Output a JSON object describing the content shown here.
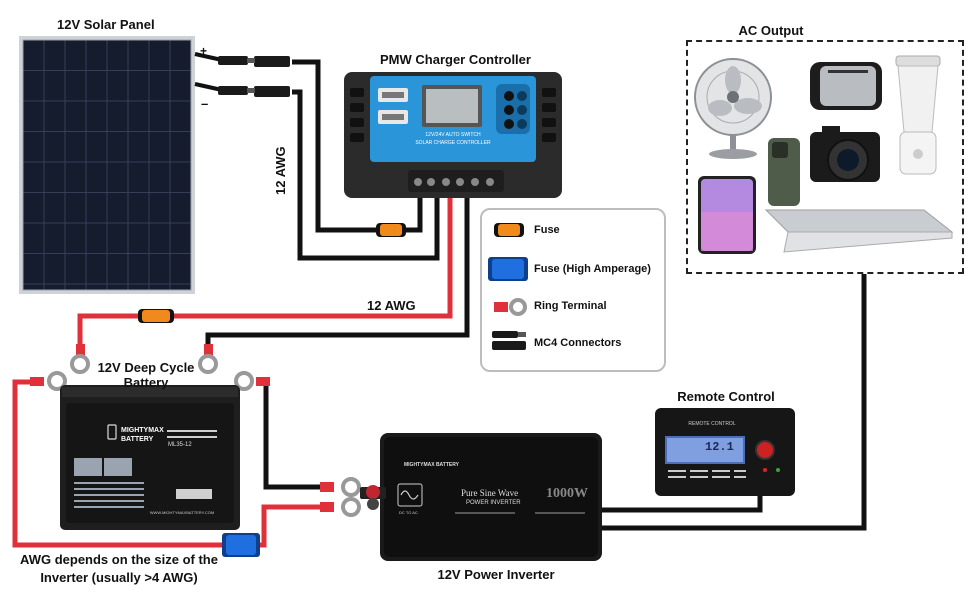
{
  "labels": {
    "solar_panel": "12V Solar Panel",
    "charger": "PMW Charger Controller",
    "ac_output": "AC Output",
    "awg_vertical": "12 AWG",
    "awg_horizontal": "12 AWG",
    "battery_line1": "12V Deep Cycle",
    "battery_line2": "Battery",
    "remote_control": "Remote Control",
    "inverter": "12V Power Inverter",
    "awg_note_line1": "AWG depends on the size of the",
    "awg_note_line2": "Inverter (usually >4 AWG)",
    "plus": "+",
    "minus": "–"
  },
  "legend": {
    "fuse": "Fuse",
    "fuse_high": "Fuse (High Amperage)",
    "ring": "Ring Terminal",
    "mc4": "MC4 Connectors"
  },
  "charger_device": {
    "line1": "12V/24V AUTO SWITCH",
    "line2": "SOLAR CHARGE CONTROLLER"
  },
  "battery_device": {
    "brand1": "MIGHTYMAX",
    "brand2": "BATTERY",
    "model": "ML35-12",
    "footer": "WWW.MIGHTYMAXBATTERY.COM"
  },
  "inverter_device": {
    "brand": "MIGHTYMAX BATTERY",
    "wave1": "Pure Sine Wave",
    "wave2": "POWER INVERTER",
    "watts": "1000W",
    "dc_ac": "DC TO AC"
  },
  "remote_device": {
    "title": "REMOTE CONTROL",
    "readout": "12.1"
  },
  "colors": {
    "red_wire": "#e0313b",
    "black_wire": "#111111",
    "fuse_orange": "#f08a1c",
    "fuse_blue": "#1f6fe0",
    "panel_blue": "#1c2233",
    "charger_blue": "#2a95d8"
  }
}
